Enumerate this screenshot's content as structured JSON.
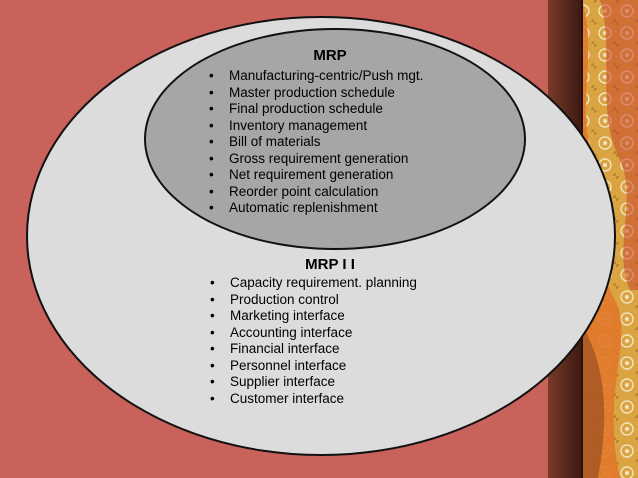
{
  "colors": {
    "background": "#c8625a",
    "border_band": "#5a2a1e",
    "outer_ellipse": "#dcdcdc",
    "inner_ellipse": "#a6a6a6",
    "decor_orange": "#e0782a",
    "decor_gold": "#d9a441"
  },
  "inner": {
    "title": "MRP",
    "items": [
      "Manufacturing-centric/Push mgt.",
      "Master production schedule",
      "Final production schedule",
      "Inventory management",
      "Bill of materials",
      "Gross requirement generation",
      "Net requirement generation",
      "Reorder point calculation",
      "Automatic replenishment"
    ]
  },
  "outer": {
    "title": "MRP I I",
    "items": [
      "Capacity requirement. planning",
      "Production control",
      "Marketing interface",
      "Accounting interface",
      "Financial interface",
      "Personnel interface",
      "Supplier interface",
      "Customer interface"
    ]
  }
}
